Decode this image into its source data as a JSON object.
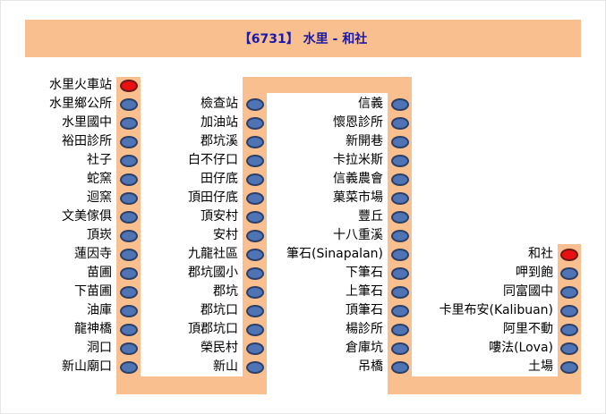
{
  "route_title": "【6731】 水里 - 和社",
  "colors": {
    "band": "#f9bf8f",
    "title": "#1a1aa8",
    "stop_dot": "#4e74b5",
    "terminal_dot": "#e81010"
  },
  "columns": [
    {
      "stops": [
        "水里火車站",
        "水里鄉公所",
        "水里國中",
        "裕田診所",
        "社子",
        "蛇窯",
        "迴窯",
        "文美傢俱",
        "頂崁",
        "蓮因寺",
        "苗圃",
        "下苗圃",
        "油庫",
        "龍神橋",
        "洞口",
        "新山廟口"
      ],
      "terminals": [
        0
      ]
    },
    {
      "stops": [
        "檢查站",
        "加油站",
        "郡坑溪",
        "白不仔口",
        "田仔底",
        "頂田仔底",
        "頂安村",
        "安村",
        "九龍社區",
        "郡坑國小",
        "郡坑",
        "郡坑口",
        "頂郡坑口",
        "榮民村",
        "新山"
      ],
      "terminals": []
    },
    {
      "stops": [
        "信義",
        "懷恩診所",
        "新開巷",
        "卡拉米斯",
        "信義農會",
        "菓菜市場",
        "豐丘",
        "十八重溪",
        "筆石(Sinapalan)",
        "下筆石",
        "上筆石",
        "頂筆石",
        "楊診所",
        "倉庫坑",
        "吊橋"
      ],
      "terminals": []
    },
    {
      "stops": [
        "和社",
        "呷到飽",
        "同富國中",
        "卡里布安(Kalibuan)",
        "阿里不動",
        "嘍法(Lova)",
        "土場"
      ],
      "terminals": [
        0
      ]
    }
  ]
}
